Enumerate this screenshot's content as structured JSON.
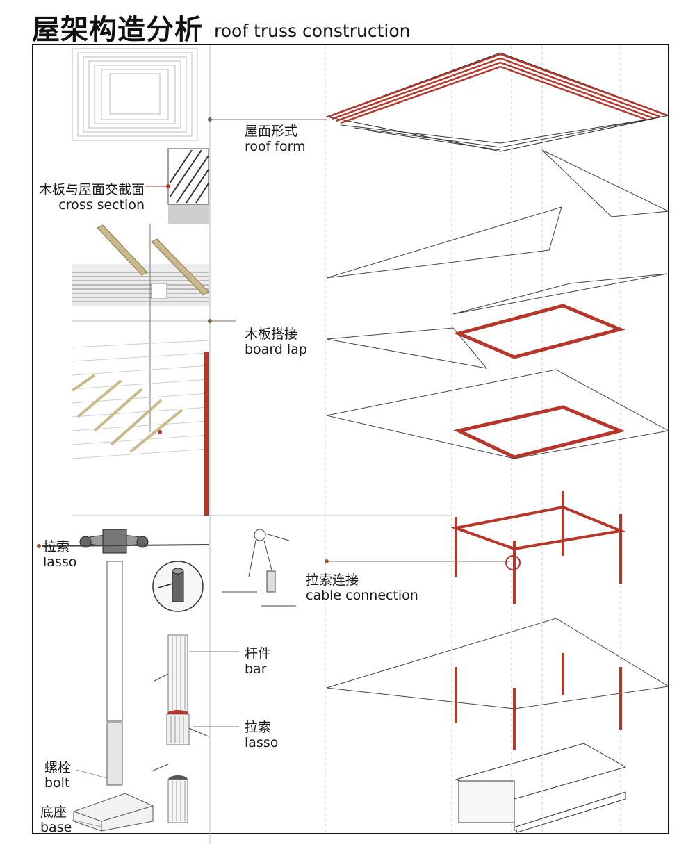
{
  "header": {
    "title_zh": "屋架构造分析",
    "title_en": "roof truss construction"
  },
  "colors": {
    "accent_red": "#b8352a",
    "line_dark": "#222222",
    "line_light": "#9a9a9a",
    "timber": "#c9b98a"
  },
  "labels": {
    "roof_form": {
      "zh": "屋面形式",
      "en": "roof form"
    },
    "cross_section": {
      "zh": "木板与屋面交截面",
      "en": "cross section"
    },
    "board_lap": {
      "zh": "木板搭接",
      "en": "board lap"
    },
    "lasso_left": {
      "zh": "拉索",
      "en": "lasso"
    },
    "cable_connection": {
      "zh": "拉索连接",
      "en": "cable connection"
    },
    "bar": {
      "zh": "杆件",
      "en": "bar"
    },
    "lasso_detail": {
      "zh": "拉索",
      "en": "lasso"
    },
    "bolt": {
      "zh": "螺栓",
      "en": "bolt"
    },
    "base": {
      "zh": "底座",
      "en": "base"
    }
  }
}
